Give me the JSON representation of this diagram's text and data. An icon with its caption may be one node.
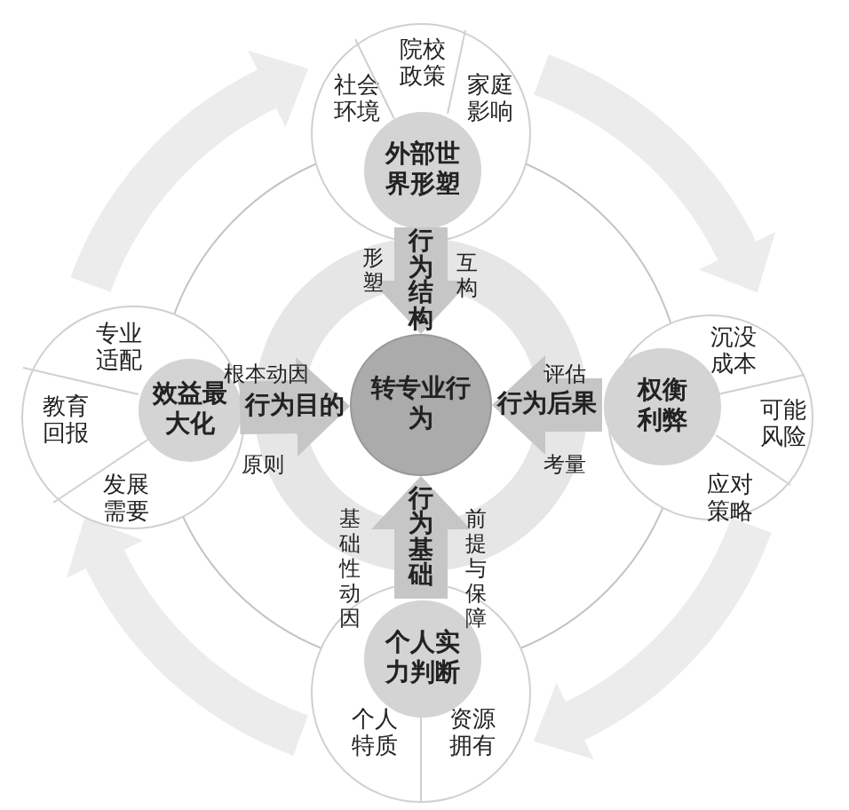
{
  "diagram": {
    "nodes": [
      {
        "text": [
          "转专业行为"
        ]
      },
      {
        "text": [
          "社会环境",
          "院校政策",
          "家庭影响"
        ]
      },
      {
        "text": [
          "外部世界形塑"
        ],
        "in": 1
      },
      {
        "text": [
          "专业适配",
          "教育回报",
          "发展需要"
        ]
      },
      {
        "text": [
          "效益最大化"
        ],
        "in": 3
      },
      {
        "text": [
          "沉没成本",
          "可能风险",
          "应对策略"
        ]
      },
      {
        "text": [
          "权衡利弊"
        ],
        "in": 5
      },
      {
        "text": [
          "个人特质",
          "资源拥有"
        ]
      },
      {
        "text": [
          "个人实力判断"
        ],
        "in": 7
      }
    ],
    "edges": [
      {
        "from": 2,
        "to": 0,
        "arrow": "to",
        "label": "行为结构"
      },
      {
        "from": 4,
        "to": 0,
        "arrow": "to",
        "label": "行为目的"
      },
      {
        "from": 6,
        "to": 0,
        "arrow": "to",
        "label": "行为后果"
      },
      {
        "from": 8,
        "to": 0,
        "arrow": "to",
        "label": "行为基础"
      }
    ],
    "labels": [
      "形塑",
      "互构",
      "根本动因",
      "评估",
      "原则",
      "考量",
      "基础性动因",
      "前提与保障"
    ]
  }
}
